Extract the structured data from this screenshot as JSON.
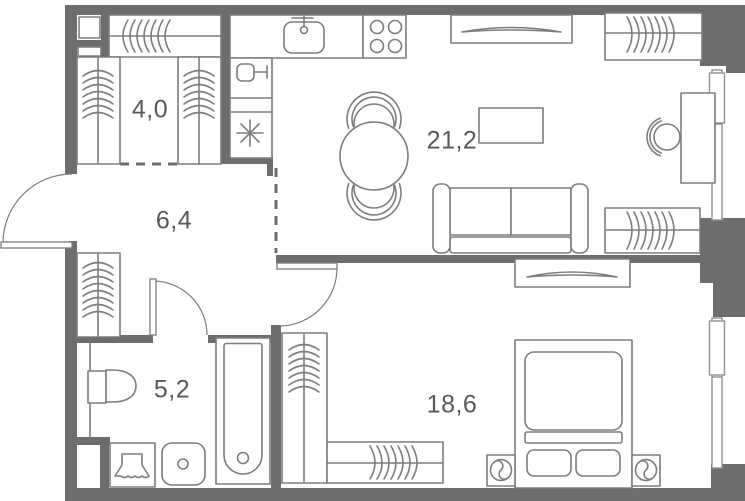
{
  "floorplan": {
    "rooms": [
      {
        "name": "dressing-room",
        "area_label": "4,0",
        "fixtures": [
          "wardrobe-hangers-top",
          "wardrobe-hangers-left",
          "wardrobe-hangers-right",
          "shaft"
        ]
      },
      {
        "name": "hallway",
        "area_label": "6,4",
        "fixtures": [
          "entrance-door",
          "wardrobe-hangers",
          "bedroom-door",
          "bathroom-door"
        ]
      },
      {
        "name": "kitchen-living-room",
        "area_label": "21,2",
        "fixtures": [
          "kitchen-sink",
          "faucet",
          "stove-4-burners",
          "dishwasher",
          "refrigerator",
          "tv-cabinet",
          "dining-table-2-chairs",
          "coffee-table",
          "sofa",
          "wardrobe-hangers",
          "desk",
          "desk-chair",
          "window"
        ]
      },
      {
        "name": "bathroom",
        "area_label": "5,2",
        "fixtures": [
          "toilet",
          "washing-machine",
          "washbasin",
          "bathtub",
          "shaft-niche"
        ]
      },
      {
        "name": "bedroom",
        "area_label": "18,6",
        "fixtures": [
          "tv-cabinet",
          "double-bed",
          "nightstand-lamp-left",
          "nightstand-lamp-right",
          "wardrobe-hangers-vertical",
          "wardrobe-hangers-horizontal",
          "window"
        ]
      }
    ],
    "colors": {
      "wall": "#6d6d6d",
      "furniture_line": "#7d7d7d",
      "label_text": "#58585a",
      "window_line": "#909090",
      "background": "#ffffff"
    }
  }
}
